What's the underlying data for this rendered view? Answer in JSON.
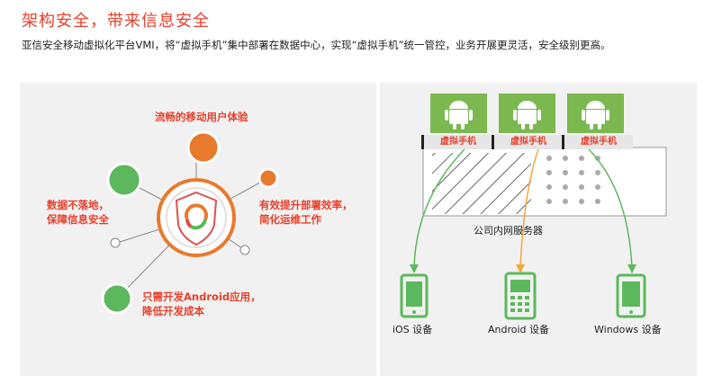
{
  "header": {
    "title": "架构安全，带来信息安全",
    "description": "亚信安全移动虚拟化平台VMI，将“虚拟手机”集中部署在数据中心，实现“虚拟手机”统一管控，业务开展更灵活，安全级别更高。"
  },
  "left_panel": {
    "benefit_top": "流畅的移动用户体验",
    "benefit_left_line1": "数据不落地，",
    "benefit_left_line2": "保障信息安全",
    "benefit_right_line1": "有效提升部署效率，",
    "benefit_right_line2": "简化运维工作",
    "benefit_bottom_line1": "只需开发Android应用，",
    "benefit_bottom_line2": "降低开发成本"
  },
  "right_panel": {
    "vm_label": "虚拟手机",
    "server_label": "公司内网服务器",
    "devices": [
      {
        "label": "iOS 设备",
        "icon": "smartphone-icon"
      },
      {
        "label": "Android 设备",
        "icon": "keypad-phone-icon"
      },
      {
        "label": "Windows 设备",
        "icon": "smartphone-icon"
      }
    ]
  },
  "colors": {
    "accent_red": "#e8402c",
    "orange": "#e87a2e",
    "green": "#5cb85c",
    "android_green": "#7bb850",
    "arrow_yellow": "#f0a93a"
  }
}
